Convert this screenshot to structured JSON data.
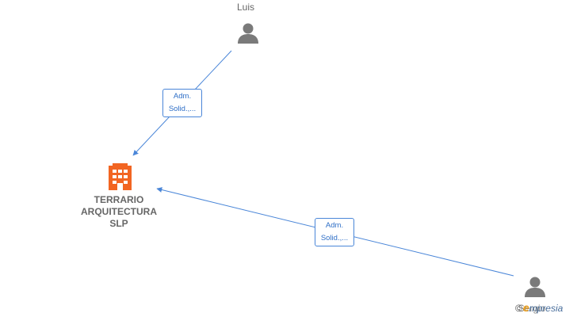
{
  "nodes": {
    "person_top": {
      "name": "Luis",
      "icon": "person-icon"
    },
    "company": {
      "lines": [
        "TERRARIO",
        "ARQUITECTURA",
        "SLP"
      ],
      "icon": "building-icon",
      "color": "#f26522"
    },
    "person_bottom": {
      "name": "Sergio",
      "icon": "person-icon"
    }
  },
  "edges": [
    {
      "from": "person_top",
      "to": "company",
      "label": [
        "Adm.",
        "Solid.,..."
      ]
    },
    {
      "from": "person_bottom",
      "to": "company",
      "label": [
        "Adm.",
        "Solid.,..."
      ]
    }
  ],
  "colors": {
    "edge": "#4a86d8",
    "person": "#7a7a7a",
    "company": "#f26522"
  },
  "brand": {
    "copyright": "©",
    "e": "e",
    "rest": "mpresia"
  }
}
